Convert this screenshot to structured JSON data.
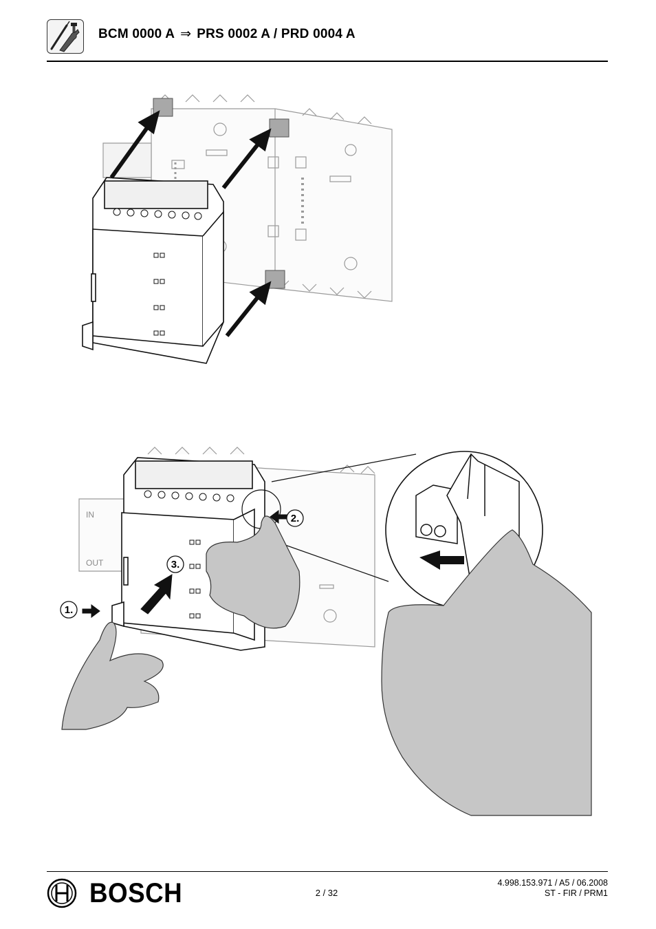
{
  "header": {
    "title_left": "BCM 0000 A",
    "title_arrow": "⇒",
    "title_right": "PRS 0002 A / PRD 0004 A",
    "icon": "screwdriver-wrench-icon"
  },
  "figure_bottom": {
    "steps": [
      "1.",
      "2.",
      "3."
    ]
  },
  "module_labels": {
    "in": "IN",
    "out": "OUT"
  },
  "footer": {
    "brand": "BOSCH",
    "page": "2 / 32",
    "doc_number": "4.998.153.971 / A5 / 06.2008",
    "department": "ST - FIR / PRM1"
  }
}
